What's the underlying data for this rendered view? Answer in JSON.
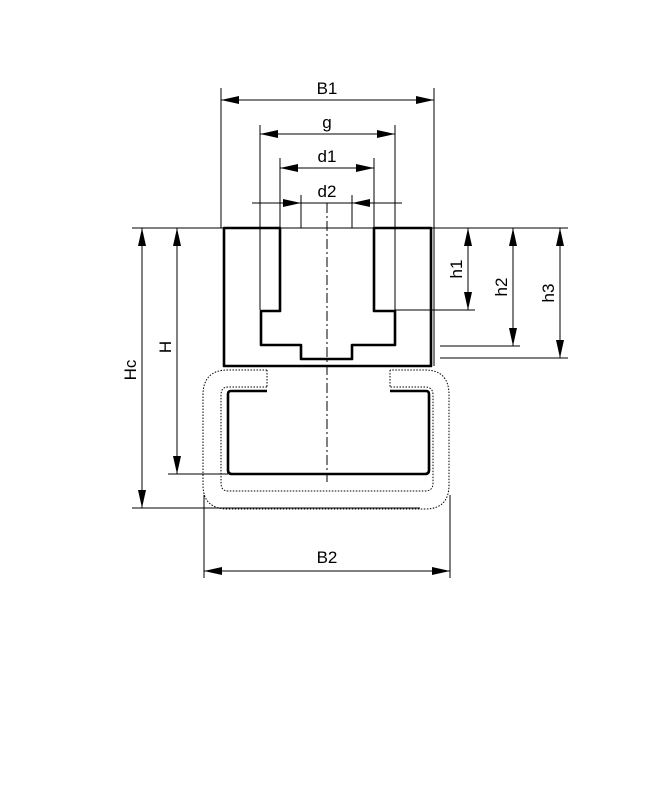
{
  "labels": {
    "b1": "B1",
    "g": "g",
    "d1": "d1",
    "d2": "d2",
    "h1": "h1",
    "h2": "h2",
    "h3": "h3",
    "hc": "Hc",
    "h": "H",
    "b2": "B2"
  }
}
